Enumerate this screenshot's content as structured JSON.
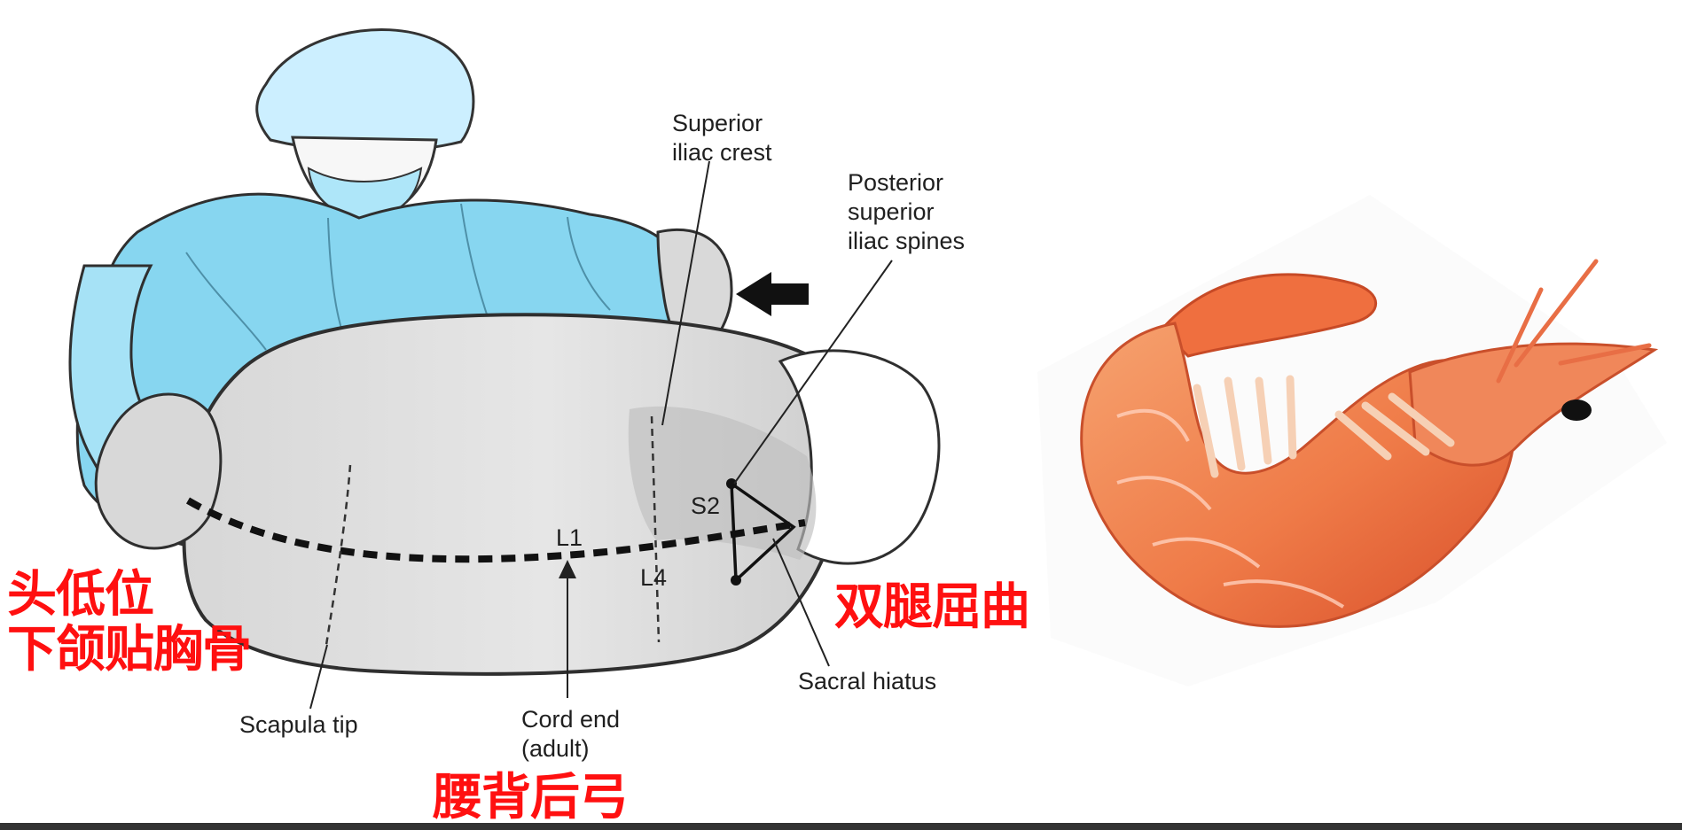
{
  "colors": {
    "annotation_red": "#ff1010",
    "gown_blue": "#87d6f0",
    "patient_gray": "#d8d8d8",
    "shrimp_orange": "#f07a45",
    "ink": "#1f1f1f"
  },
  "anatomy_labels": {
    "superior_iliac_crest": "Superior\niliac crest",
    "posterior_superior_iliac_spines": "Posterior\nsuperior\niliac spines",
    "scapula_tip": "Scapula tip",
    "cord_end": "Cord end\n(adult)",
    "sacral_hiatus": "Sacral hiatus"
  },
  "landmarks": {
    "s2": "S2",
    "l1": "L1",
    "l4": "L4"
  },
  "chinese_annotations": {
    "head_down": "头低位\n下颌贴胸骨",
    "legs_flexed": "双腿屈曲",
    "lumbar_arched": "腰背后弓"
  },
  "icons": {
    "arrow": "pressure-arrow-icon",
    "shrimp": "shrimp-image"
  }
}
